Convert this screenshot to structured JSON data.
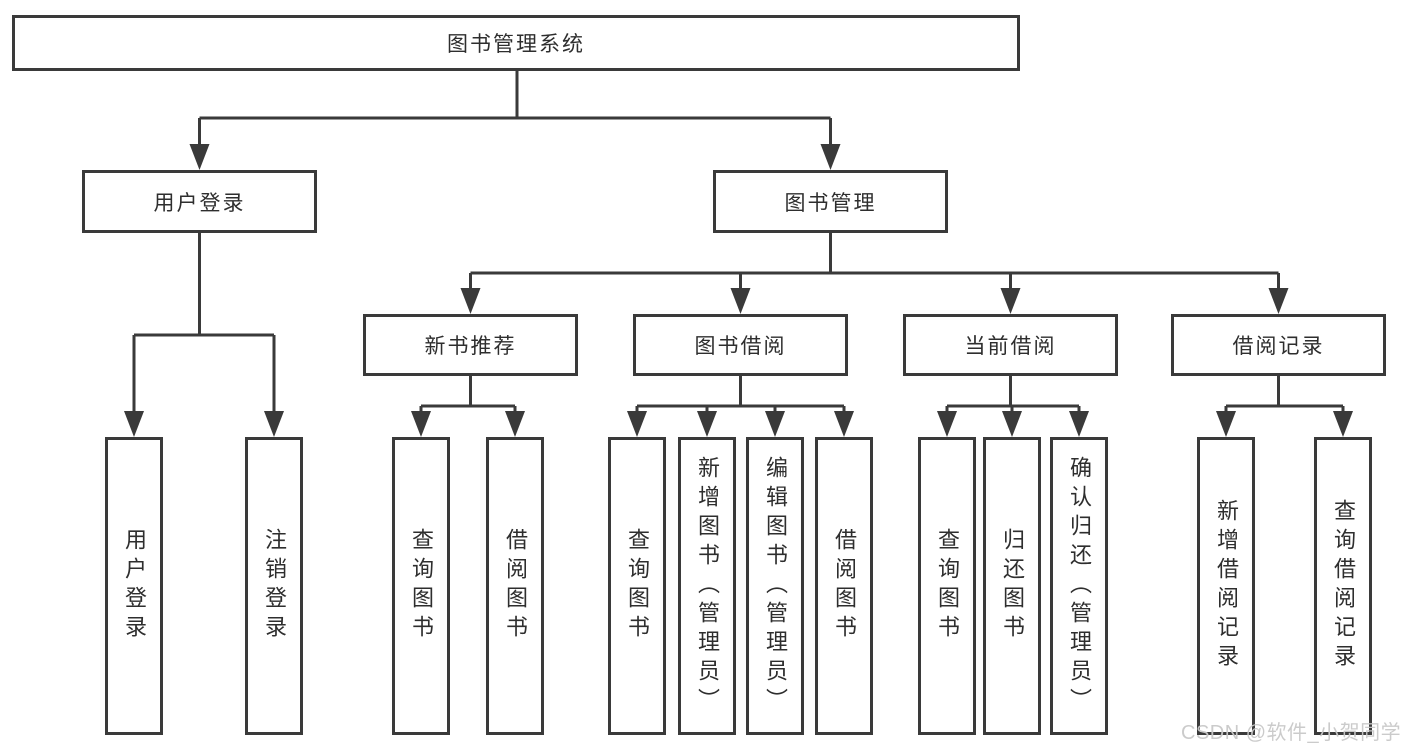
{
  "diagram": {
    "root": {
      "label": "图书管理系统"
    },
    "branches": [
      {
        "label": "用户登录",
        "children": [
          {
            "label": "用户登录"
          },
          {
            "label": "注销登录"
          }
        ]
      },
      {
        "label": "图书管理",
        "children": [
          {
            "label": "新书推荐",
            "children": [
              {
                "label": "查询图书"
              },
              {
                "label": "借阅图书"
              }
            ]
          },
          {
            "label": "图书借阅",
            "children": [
              {
                "label": "查询图书"
              },
              {
                "label": "新增图书（管理员）"
              },
              {
                "label": "编辑图书（管理员）"
              },
              {
                "label": "借阅图书"
              }
            ]
          },
          {
            "label": "当前借阅",
            "children": [
              {
                "label": "查询图书"
              },
              {
                "label": "归还图书"
              },
              {
                "label": "确认归还（管理员）"
              }
            ]
          },
          {
            "label": "借阅记录",
            "children": [
              {
                "label": "新增借阅记录"
              },
              {
                "label": "查询借阅记录"
              }
            ]
          }
        ]
      }
    ]
  },
  "watermark": {
    "text": "CSDN @软件_小贺同学"
  },
  "colors": {
    "line": "#3a3a3a",
    "box_border": "#3a3a3a",
    "box_fill": "#ffffff",
    "text": "#2e2e2e",
    "watermark": "#c9c9c9",
    "background": "#ffffff"
  }
}
